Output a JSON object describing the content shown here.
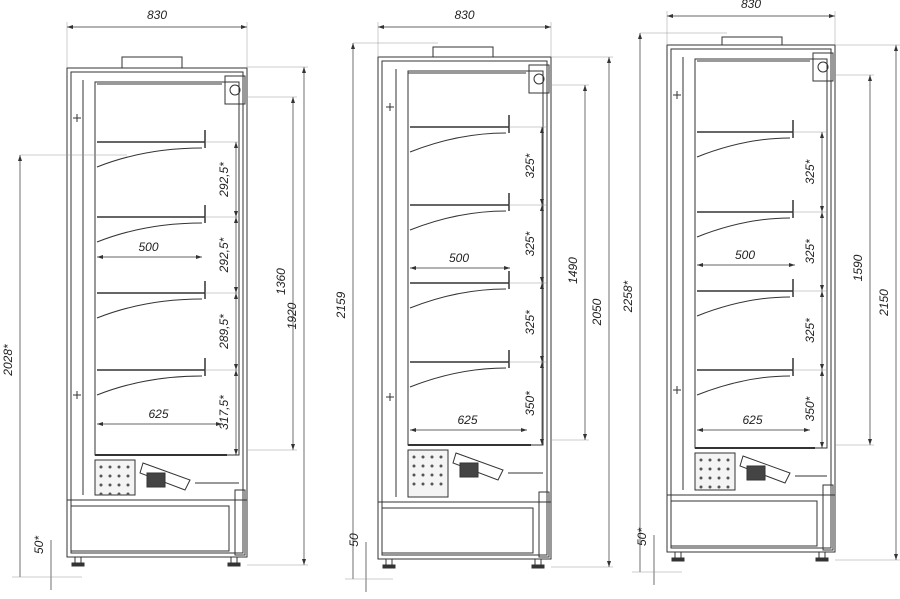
{
  "cabinets": [
    {
      "name": "cabinet-1",
      "width_label": "830",
      "total_height_label": "2028*",
      "inner_height_label": "1360",
      "body_height_label": "1920",
      "shelf_depth_label": "500",
      "deck_depth_label": "625",
      "foot_label": "50*",
      "shelf_gaps": [
        "292,5*",
        "292,5*",
        "289,5*",
        "317,5*"
      ]
    },
    {
      "name": "cabinet-2",
      "width_label": "830",
      "total_height_label": "2159",
      "inner_height_label": "1490",
      "body_height_label": "2050",
      "shelf_depth_label": "500",
      "deck_depth_label": "625",
      "foot_label": "50",
      "shelf_gaps": [
        "325*",
        "325*",
        "325*",
        "350*"
      ]
    },
    {
      "name": "cabinet-3",
      "width_label": "830",
      "total_height_label": "2258*",
      "inner_height_label": "1590",
      "body_height_label": "2150",
      "shelf_depth_label": "500",
      "deck_depth_label": "625",
      "foot_label": "50*",
      "shelf_gaps": [
        "325*",
        "325*",
        "325*",
        "350*"
      ]
    }
  ]
}
